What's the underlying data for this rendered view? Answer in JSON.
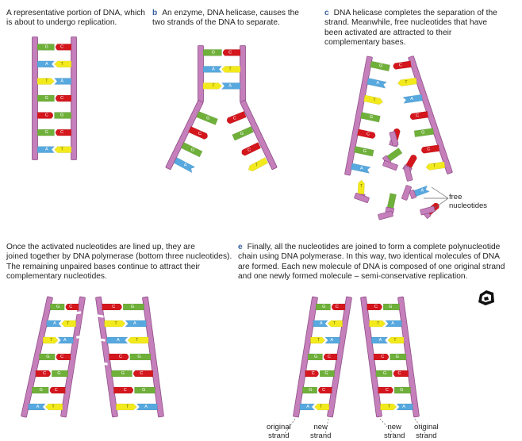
{
  "panels": {
    "a": {
      "letter": "",
      "text": "A representative portion of DNA, which\nis about to undergo replication."
    },
    "b": {
      "letter": "b",
      "text": "An enzyme, DNA helicase, causes the\ntwo strands of the DNA to separate."
    },
    "c": {
      "letter": "c",
      "text": "DNA helicase completes the separation of the\nstrand. Meanwhile, free nucleotides that have\nbeen activated are attracted to their\ncomplementary bases."
    },
    "d": {
      "letter": "",
      "text": "Once the activated nucleotides are lined up, they are\njoined together by DNA polymerase (bottom three nucleotides).\nThe remaining unpaired bases continue to attract their\ncomplementary nucleotides."
    },
    "e": {
      "letter": "e",
      "text": "Finally, all the nucleotides are joined to form a complete polynucleotide\nchain using DNA polymerase. In this way, two identical molecules of DNA\nare formed. Each new molecule of DNA is composed of one original strand\nand one newly formed molecule – semi-conservative replication."
    }
  },
  "labels": {
    "free_nucleotides": "free\nnucleotides",
    "original_strand": "original\nstrand",
    "new_strand": "new\nstrand"
  },
  "bases": {
    "left_sequence": [
      "G",
      "A",
      "T",
      "G",
      "C",
      "G",
      "A"
    ],
    "right_sequence": [
      "C",
      "T",
      "A",
      "C",
      "G",
      "C",
      "T"
    ]
  },
  "colors": {
    "backbone": "#c57fba",
    "backbone_edge": "#8e4f88",
    "G": "#6fb03a",
    "C": "#d4161d",
    "A": "#56a8df",
    "T": "#f3ea1d"
  },
  "icons": {
    "corner": "pentagon-book-icon"
  }
}
